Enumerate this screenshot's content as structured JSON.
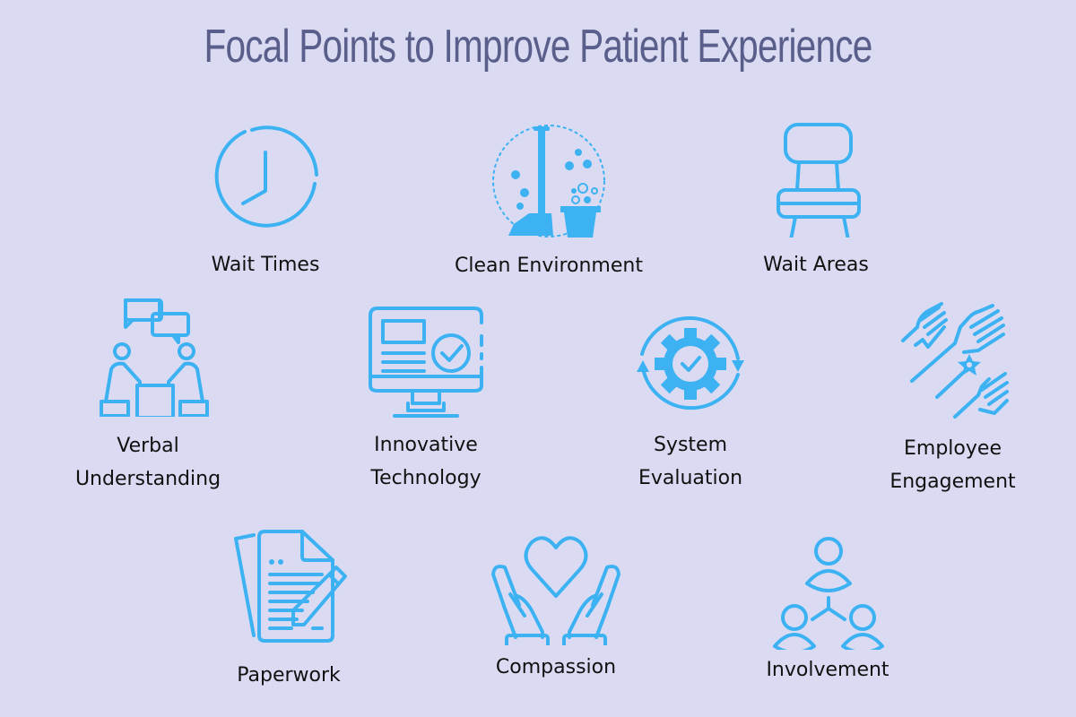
{
  "title": "Focal Points to Improve Patient Experience",
  "colors": {
    "background": "#dadbf2",
    "title": "#5a5e8a",
    "icon": "#3db2f3",
    "label": "#111111"
  },
  "items": [
    {
      "label": "Wait Times",
      "icon": "clock-icon"
    },
    {
      "label": "Clean Environment",
      "icon": "broom-bucket-icon"
    },
    {
      "label": "Wait Areas",
      "icon": "chair-icon"
    },
    {
      "label_line1": "Verbal",
      "label_line2": "Understanding",
      "icon": "conversation-icon"
    },
    {
      "label_line1": "Innovative",
      "label_line2": "Technology",
      "icon": "monitor-check-icon"
    },
    {
      "label_line1": "System",
      "label_line2": "Evaluation",
      "icon": "gear-cycle-icon"
    },
    {
      "label_line1": "Employee",
      "label_line2": "Engagement",
      "icon": "raised-hands-icon"
    },
    {
      "label": "Paperwork",
      "icon": "document-pencil-icon"
    },
    {
      "label": "Compassion",
      "icon": "heart-hands-icon"
    },
    {
      "label": "Involvement",
      "icon": "people-network-icon"
    }
  ]
}
